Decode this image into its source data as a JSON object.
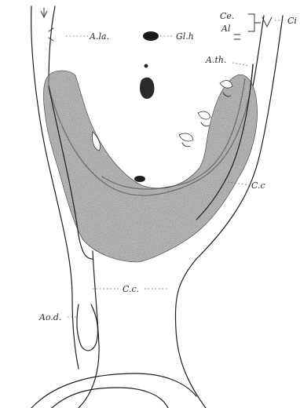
{
  "figure": {
    "labels": {
      "a_la": "A.la.",
      "gl_h": "Gl.h",
      "ce": "Ce.",
      "ci": "Ci",
      "al": "Al",
      "a_th": "A.th.",
      "cc_right": "C.c",
      "cc_center": "C.c.",
      "ao_d": "Ao.d."
    },
    "colors": {
      "ink": "#1e1e1e",
      "stipple_dark": "#555555",
      "stipple_mid": "#7a7a7a",
      "paper": "#ffffff"
    }
  }
}
